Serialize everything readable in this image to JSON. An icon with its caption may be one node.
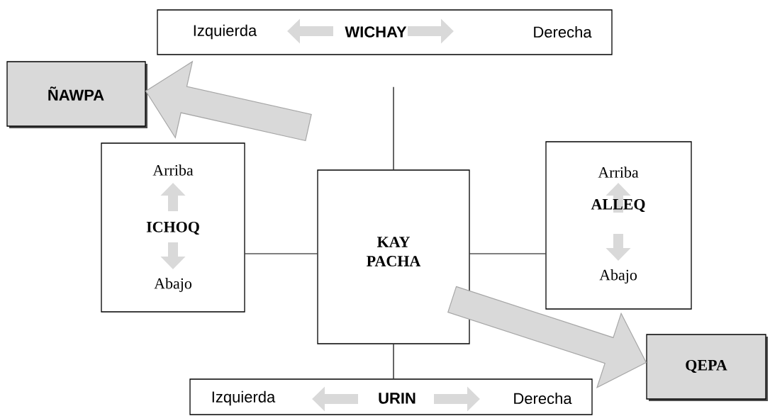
{
  "diagram": {
    "nodes": [
      {
        "text": [
          "Izquierda",
          "WICHAY",
          "Derecha"
        ]
      },
      {
        "text": [
          "ÑAWPA"
        ]
      },
      {
        "text": [
          "Arriba",
          "ICHOQ",
          "Abajo"
        ]
      },
      {
        "text": [
          "KAY PACHA"
        ]
      },
      {
        "text": [
          "Arriba",
          "ALLEQ",
          "Abajo"
        ]
      },
      {
        "text": [
          "QEPA"
        ]
      },
      {
        "text": [
          "Izquierda",
          "URIN",
          "Derecha"
        ]
      }
    ],
    "edges": [
      {
        "from": 3,
        "to": 0,
        "arrow": "none"
      },
      {
        "from": 2,
        "to": 3,
        "arrow": "none"
      },
      {
        "from": 3,
        "to": 4,
        "arrow": "none"
      },
      {
        "from": 3,
        "to": 6,
        "arrow": "none"
      },
      {
        "from": null,
        "to": 1,
        "arrow": "to",
        "style": "thick",
        "color": "#d9d9d9"
      },
      {
        "from": 3,
        "to": 5,
        "arrow": "to",
        "style": "thick",
        "color": "#d9d9d9"
      }
    ]
  }
}
